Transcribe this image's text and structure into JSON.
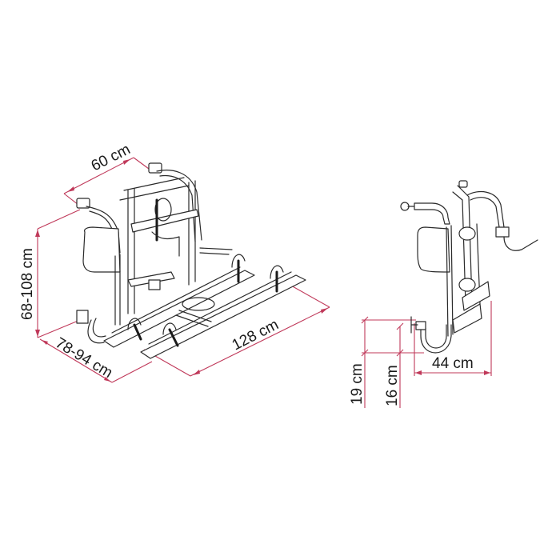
{
  "figure": {
    "title": "Bike carrier dimension drawing",
    "dimension_line_color": "#c0395a",
    "drawing_line_color": "#2a2a2a"
  },
  "perspective_view": {
    "dimensions": {
      "width_top": "60 cm",
      "height": "68-108 cm",
      "depth": "78-94 cm",
      "length": "128 cm"
    }
  },
  "side_view": {
    "dimensions": {
      "height_outer": "19 cm",
      "height_inner": "16 cm",
      "depth": "44 cm"
    }
  }
}
